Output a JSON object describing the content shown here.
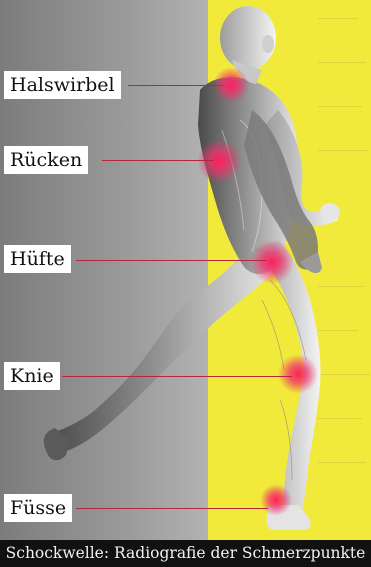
{
  "labels": {
    "neck": "Halswirbel",
    "back": "Rücken",
    "hip": "Hüfte",
    "knee": "Knie",
    "feet": "Füsse"
  },
  "caption": "Schockwelle: Radiografie der Schmerzpunkte",
  "colors": {
    "left_panel": "#9a9a9a",
    "right_panel": "#f1ea3a",
    "pain_spot": "#e8174a",
    "leader_line": "#b5273a",
    "caption_bg": "#111111",
    "caption_text": "#f2f2f2"
  }
}
